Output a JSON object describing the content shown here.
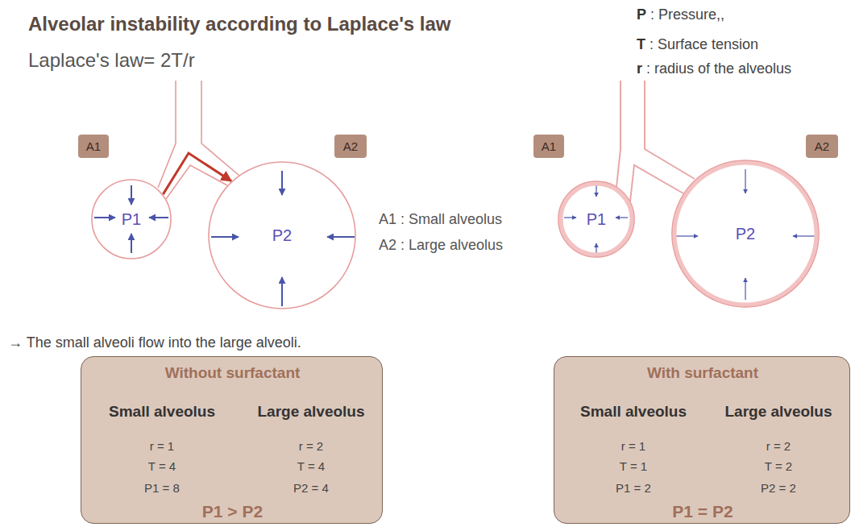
{
  "diagram": {
    "title": "Alveolar instability according to Laplace's law",
    "nodes": [
      {
        "text": [
          "A1"
        ]
      },
      {
        "text": [
          "A2"
        ]
      },
      {
        "text": [
          "P1"
        ]
      },
      {
        "text": [
          "P2"
        ]
      },
      {
        "text": [
          "A1"
        ]
      },
      {
        "text": [
          "A2"
        ]
      },
      {
        "text": [
          "P1"
        ]
      },
      {
        "text": [
          "P2"
        ]
      },
      {
        "text": [
          "Without surfactant",
          "Small alveolus",
          "Large alveolus",
          "r = 1",
          "T = 4",
          "P1 = 8",
          "r = 2",
          "T = 4",
          "P2 = 4",
          "P1 > P2"
        ]
      },
      {
        "text": [
          "With surfactant",
          "Small alveolus",
          "Large alveolus",
          "r = 1",
          "T = 1",
          "P1 = 2",
          "r = 2",
          "T = 2",
          "P2 = 2",
          "P1 = P2"
        ]
      }
    ],
    "edges": [
      {
        "from": 2,
        "to": 3,
        "arrow": "to"
      }
    ],
    "labels": [
      "Laplace's law= 2T/r",
      "P : Pressure,,",
      "T : Surface tension",
      "r : radius of the alveolus",
      "A1 : Small alveolus",
      "A2 : Large alveolus",
      "→ The small alveoli flow into the large alveoli."
    ]
  }
}
